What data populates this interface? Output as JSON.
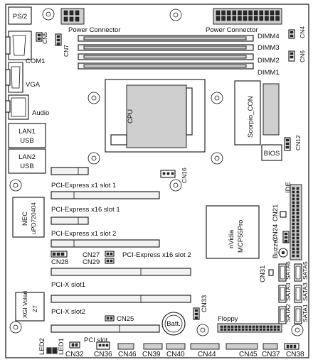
{
  "labels": {
    "ps2": "PS/2",
    "cn5": "CN5",
    "cn7": "CN7",
    "power_connector_1": "Power Connector",
    "power_connector_2": "Power Connector",
    "dimm4": "DIMM4",
    "dimm3": "DIMM3",
    "dimm2": "DIMM2",
    "dimm1": "DIMM1",
    "cn4": "CN4",
    "cn6": "CN6",
    "com1": "COM1",
    "vga": "VGA",
    "audio": "Audio",
    "lan1_line1": "LAN1",
    "lan1_line2": "USB",
    "lan2_line1": "LAN2",
    "lan2_line2": "USB",
    "cpu": "CPU",
    "scorpio": "Scorpio_CON",
    "bios": "BIOS",
    "cn12": "CN12",
    "cn16": "CN16",
    "pcie_x1_slot1": "PCI-Express x1 slot 1",
    "pcie_x16_slot1": "PCI-Express x16 slot 1",
    "pcie_x1_slot2": "PCI-Express x1 slot 2",
    "pcie_x16_slot2": "PCI-Express x16 slot 2",
    "nec_line1": "NEC",
    "nec_line2": "uPD720404",
    "nvidia_line1": "nVidia",
    "nvidia_line2": "MCP55Pro",
    "ide": "IDE",
    "cn21": "CN21",
    "cn24": "CN24",
    "buzzer": "Buzzer",
    "cn28": "CN28",
    "cn27": "CN27",
    "cn29": "CN29",
    "pcix_slot1": "PCI-X slot1",
    "cn31": "CN31",
    "sata6": "SATA6",
    "sata5": "SATA5",
    "sata4": "SATA4",
    "sata3": "SATA3",
    "sata2": "SATA2",
    "sata1": "SATA1",
    "xgi_line1": "XGI Volari",
    "xgi_line2": "Z7",
    "pcix_slot2": "PCI-X slot2",
    "cn33": "CN33",
    "cn25": "CN25",
    "batt": "Batt.",
    "floppy": "Floppy",
    "pci_slot": "PCI  slot",
    "led2": "LED2",
    "led1": "LED1",
    "cn32": "CN32",
    "cn36": "CN36",
    "cn46": "CN46",
    "cn39": "CN39",
    "cn40": "CN40",
    "cn44": "CN44",
    "cn45": "CN45",
    "cn37": "CN37",
    "cn38": "CN38"
  }
}
